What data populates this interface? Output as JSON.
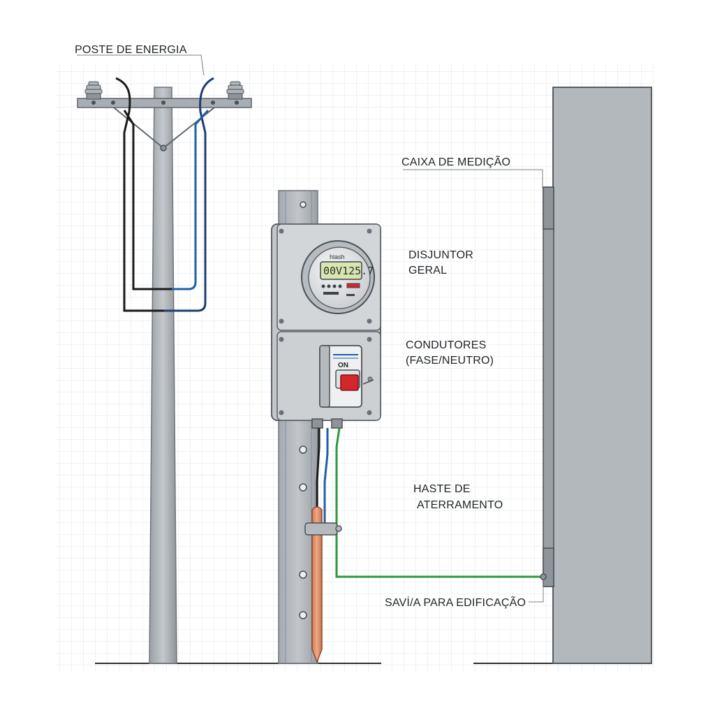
{
  "labels": {
    "pole": "POSTE DE ENERGIA",
    "meter_box": "CAIXA DE MEDIÇÃO",
    "breaker_line1": "DISJUNTOR",
    "breaker_line2": "GERAL",
    "conductors_line1": "CONDUTORES",
    "conductors_line2": "(FASE/NEUTRO)",
    "ground_line1": "HASTE DE",
    "ground_line2": "ATERRAMENTO",
    "exit": "SAVİ/A PARA EDIFICAÇÃO"
  },
  "meter": {
    "brand": "hlash",
    "reading": "00V125.7"
  },
  "breaker": {
    "state": "ON"
  },
  "colors": {
    "phase_wire": "#1a1a1a",
    "neutral_wire": "#1f5fa8",
    "ground_wire": "#2a9a3c",
    "ground_rod": "#e3936a",
    "breaker_handle": "#d6262b",
    "metal": "#aeb4ba",
    "building": "#b3b8bd"
  }
}
